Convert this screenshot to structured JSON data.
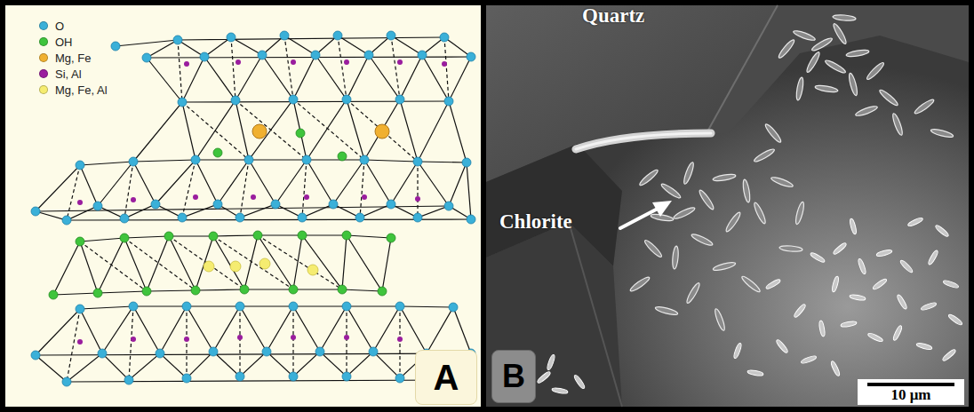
{
  "diagram": {
    "nodes": [
      {
        "text": [
          "A"
        ]
      },
      {
        "text": [
          "B"
        ]
      },
      {
        "text": [
          "10 μm"
        ]
      }
    ],
    "labels": [
      "Quartz",
      "Chlorite"
    ],
    "legend": [
      {
        "text": "O",
        "color": "#3ab0d8"
      },
      {
        "text": "OH",
        "color": "#3fc43c"
      },
      {
        "text": "Mg, Fe",
        "color": "#f0b030"
      },
      {
        "text": "Si, Al",
        "color": "#9a1d9e"
      },
      {
        "text": "Mg, Fe, Al",
        "color": "#f5ec70"
      }
    ]
  }
}
